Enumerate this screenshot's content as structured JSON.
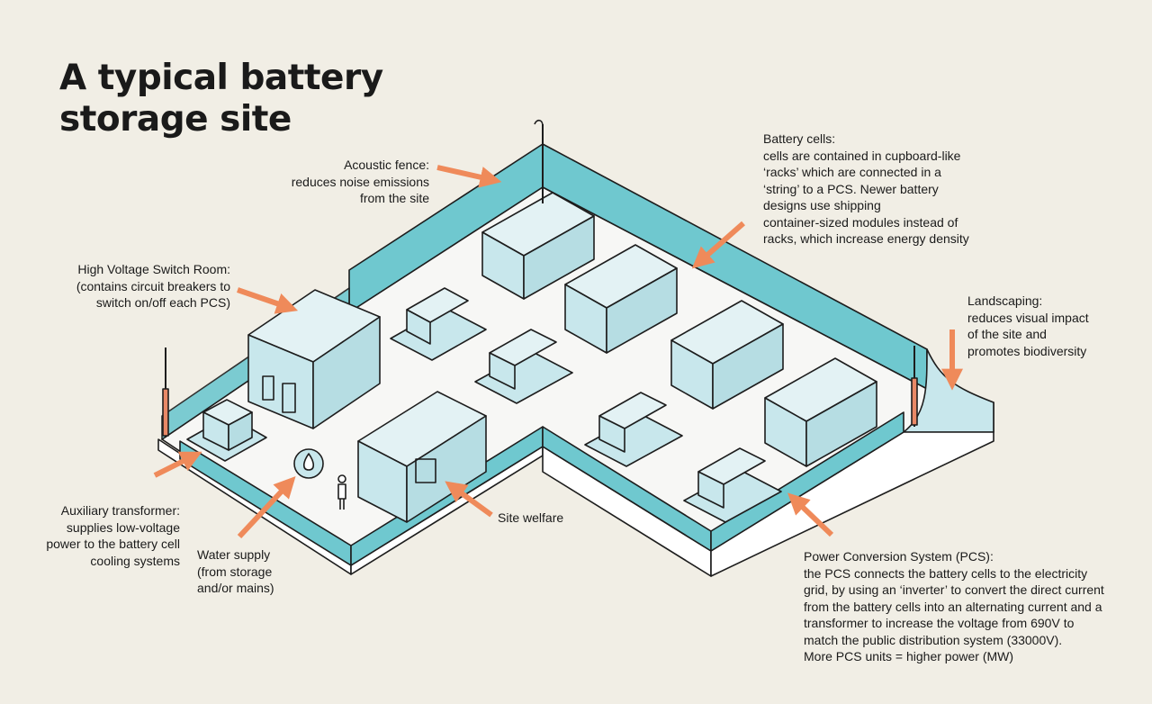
{
  "title": {
    "line1": "A typical battery",
    "line2": "storage site"
  },
  "labels": {
    "acoustic_fence": {
      "heading": "Acoustic fence:",
      "lines": [
        "reduces noise emissions",
        "from the site"
      ]
    },
    "battery_cells": {
      "heading": "Battery cells:",
      "lines": [
        "cells are contained in cupboard-like",
        "‘racks’ which are connected in a",
        "‘string’ to a PCS. Newer battery",
        "designs use shipping",
        "container-sized modules instead of",
        "racks, which increase energy density"
      ]
    },
    "hv_switch_room": {
      "heading": "High Voltage Switch Room:",
      "lines": [
        "(contains circuit breakers to",
        "switch on/off each PCS)"
      ]
    },
    "landscaping": {
      "heading": "Landscaping:",
      "lines": [
        "reduces visual impact",
        "of the site and",
        "promotes biodiversity"
      ]
    },
    "aux_transformer": {
      "heading": "Auxiliary transformer:",
      "lines": [
        "supplies low-voltage",
        "power to the battery cell",
        "cooling systems"
      ]
    },
    "water_supply": {
      "heading": "Water supply",
      "lines": [
        "(from storage",
        "and/or mains)"
      ]
    },
    "site_welfare": {
      "heading": "Site welfare",
      "lines": []
    },
    "pcs": {
      "heading": "Power Conversion System (PCS):",
      "lines": [
        "the PCS connects the battery cells to the electricity",
        "grid, by using an ‘inverter’ to convert the direct current",
        "from the battery cells into an alternating current and a",
        "transformer to increase the voltage from 690V to",
        "match the public distribution system (33000V).",
        "More PCS units = higher power (MW)"
      ]
    }
  },
  "colors": {
    "background": "#f1eee5",
    "fence": "#6fc8cf",
    "equipment": "#c8e7ec",
    "ground": "#f7f7f5",
    "arrow": "#ef8a5a",
    "outline": "#1d1d1d"
  },
  "icons": [
    "water-drop-icon",
    "person-icon",
    "light-pole-icon"
  ]
}
